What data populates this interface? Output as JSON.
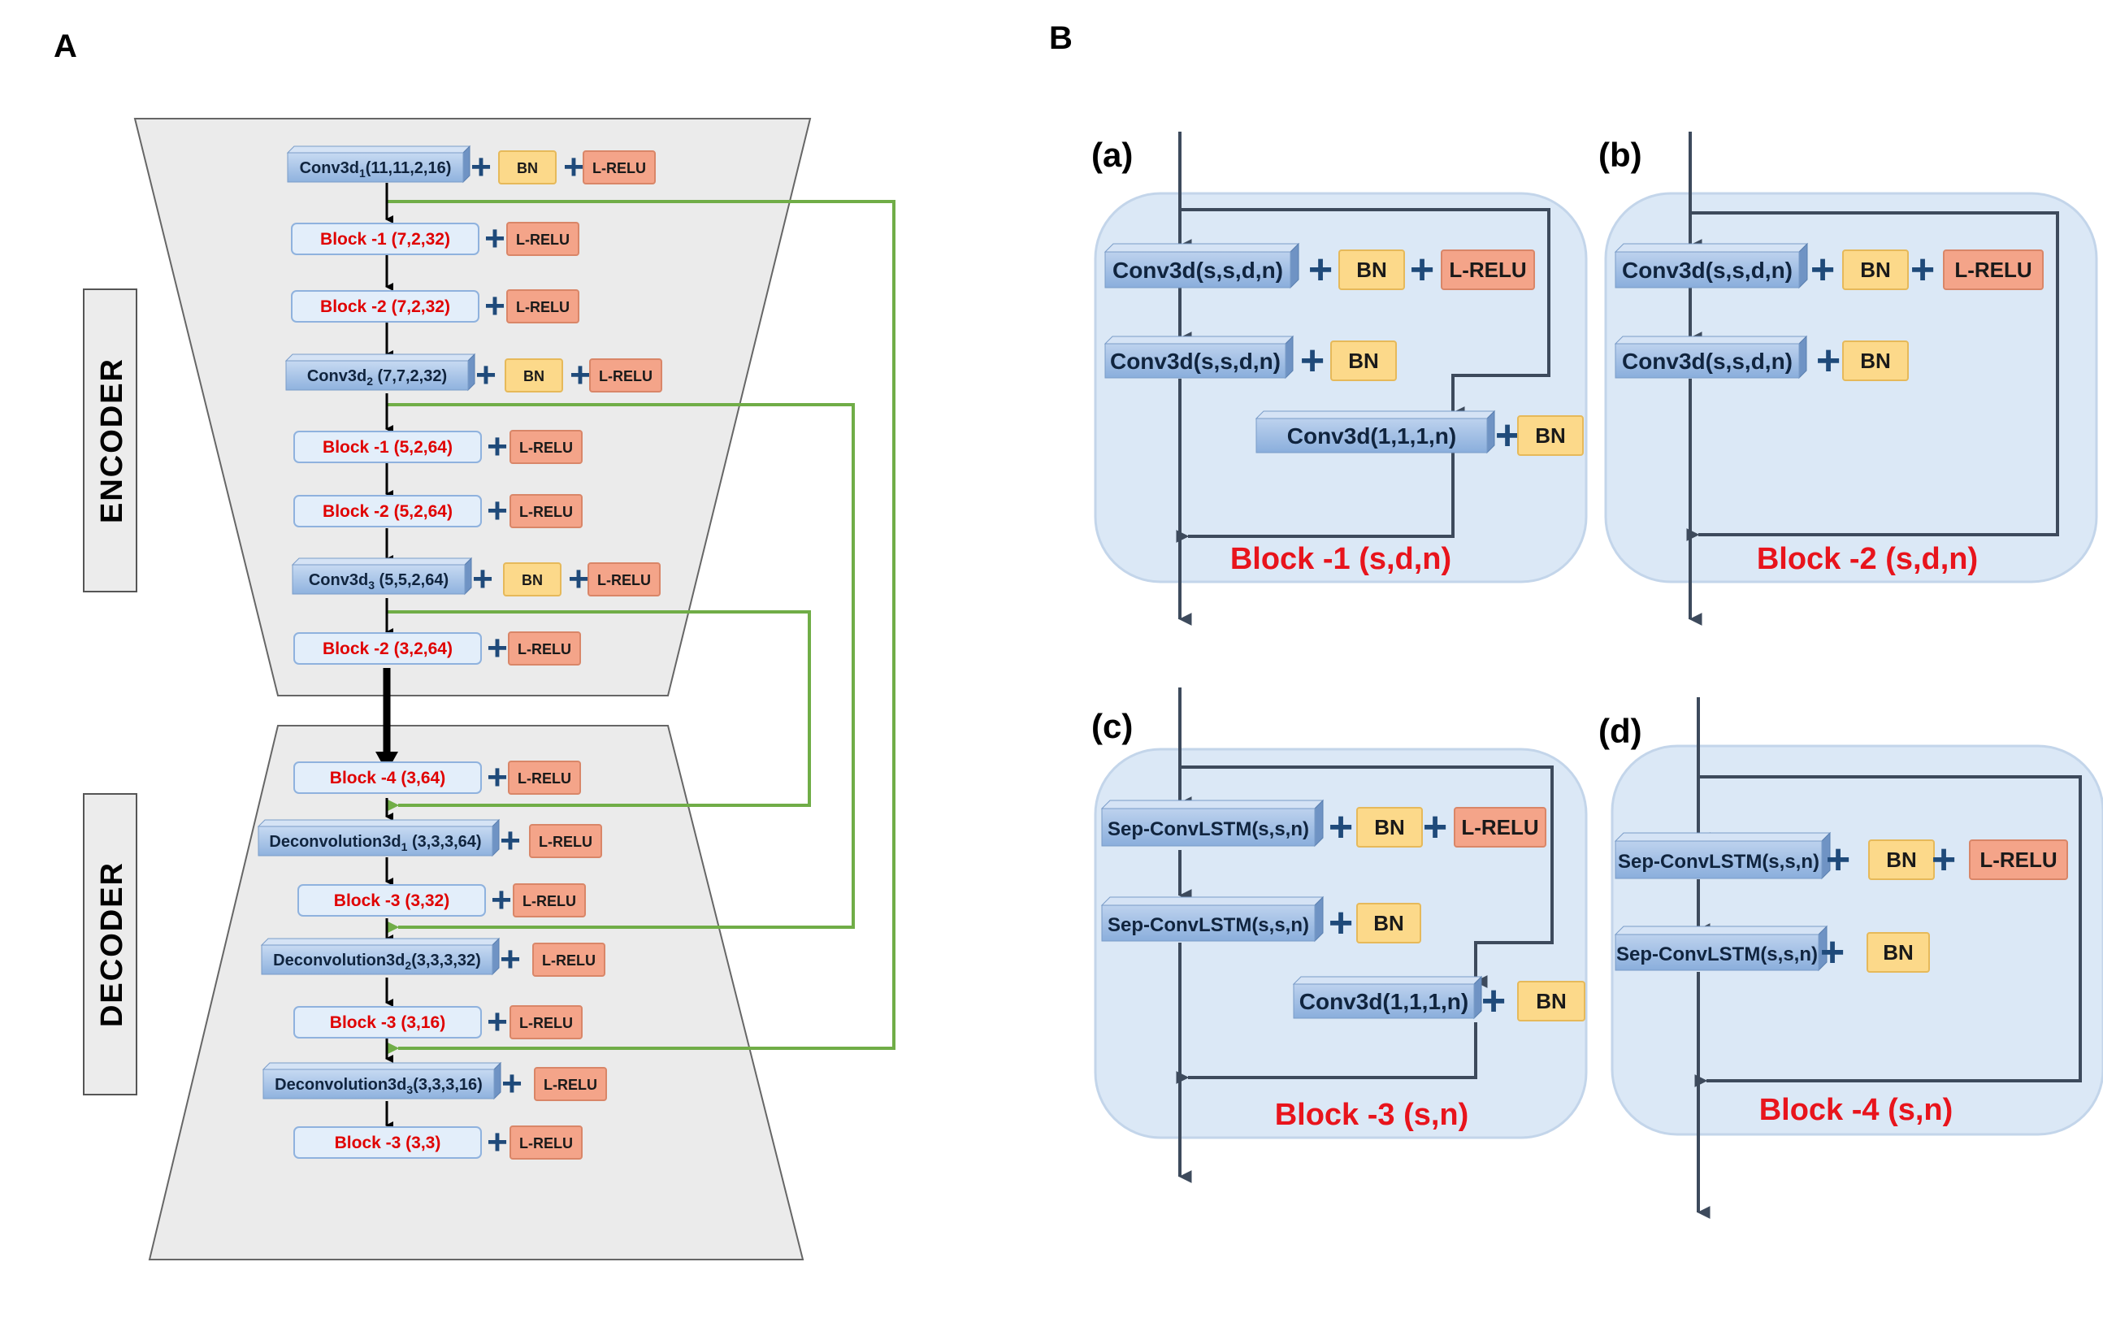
{
  "panels": {
    "a": "A",
    "b": "B"
  },
  "side_labels": {
    "encoder": "ENCODER",
    "decoder": "DECODER"
  },
  "ops": {
    "plus": "+",
    "bn": "BN",
    "lrelu": "L-RELU"
  },
  "panel_a": {
    "conv1": {
      "base": "Conv3d",
      "sub": "1",
      "args": "(11,11,2,16)"
    },
    "enc_block1": "Block -1 (7,2,32)",
    "enc_block2": "Block -2 (7,2,32)",
    "conv2": {
      "base": "Conv3d",
      "sub": "2",
      "args": " (7,7,2,32)"
    },
    "enc_block3": "Block -1 (5,2,64)",
    "enc_block4": "Block -2 (5,2,64)",
    "conv3": {
      "base": "Conv3d",
      "sub": "3",
      "args": " (5,5,2,64)"
    },
    "enc_block5": "Block -2 (3,2,64)",
    "dec_block1": "Block -4 (3,64)",
    "deconv1": {
      "base": "Deconvolution3d",
      "sub": "1",
      "args": " (3,3,3,64)"
    },
    "dec_block2": "Block -3 (3,32)",
    "deconv2": {
      "base": "Deconvolution3d",
      "sub": "2",
      "args": "(3,3,3,32)"
    },
    "dec_block3": "Block -3 (3,16)",
    "deconv3": {
      "base": "Deconvolution3d",
      "sub": "3",
      "args": "(3,3,3,16)"
    },
    "dec_block4": "Block -3 (3,3)"
  },
  "panel_b": {
    "a": {
      "label": "(a)",
      "conv_top": "Conv3d(s,s,d,n)",
      "conv_mid": "Conv3d(s,s,d,n)",
      "conv_skip": "Conv3d(1,1,1,n)",
      "title": "Block -1 (s,d,n)"
    },
    "b": {
      "label": "(b)",
      "conv_top": "Conv3d(s,s,d,n)",
      "conv_mid": "Conv3d(s,s,d,n)",
      "title": "Block -2 (s,d,n)"
    },
    "c": {
      "label": "(c)",
      "sep_top": "Sep-ConvLSTM(s,s,n)",
      "sep_mid": "Sep-ConvLSTM(s,s,n)",
      "conv_skip": "Conv3d(1,1,1,n)",
      "title": "Block -3 (s,n)"
    },
    "d": {
      "label": "(d)",
      "sep_top": "Sep-ConvLSTM(s,s,n)",
      "sep_mid": "Sep-ConvLSTM(s,s,n)",
      "title": "Block -4 (s,n)"
    }
  },
  "colors": {
    "trapezoid": "#ebebeb",
    "conv_box": "#a7c3e6",
    "block_box": "#e3eefa",
    "bn_box": "#fcd98a",
    "lrelu_box": "#f4a489",
    "skip_line": "#70ad47",
    "block_text": "#e00000",
    "panel_bg": "#dbe8f6"
  }
}
